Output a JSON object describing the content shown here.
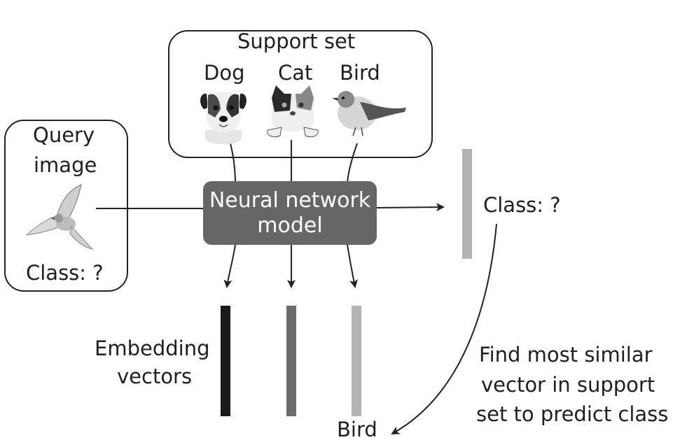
{
  "support_set": {
    "title": "Support set",
    "classes": [
      "Dog",
      "Cat",
      "Bird"
    ]
  },
  "query": {
    "title_line1": "Query",
    "title_line2": "image",
    "class_label": "Class: ?"
  },
  "model": {
    "line1": "Neural network",
    "line2": "model"
  },
  "output": {
    "class_label": "Class: ?"
  },
  "embedding": {
    "label_line1": "Embedding",
    "label_line2": "vectors",
    "vector_colors": [
      "#1a1a1a",
      "#6b6b6b",
      "#b3b3b3"
    ]
  },
  "result": {
    "predicted": "Bird"
  },
  "note": {
    "line1": "Find most similar",
    "line2": "vector in support",
    "line3": "set to predict class"
  },
  "colors": {
    "model_fill": "#666666",
    "query_vector": "#b3b3b3",
    "stroke": "#222222"
  },
  "icons": [
    "dog-photo",
    "cat-photo",
    "bird-photo",
    "flying-bird-photo"
  ]
}
